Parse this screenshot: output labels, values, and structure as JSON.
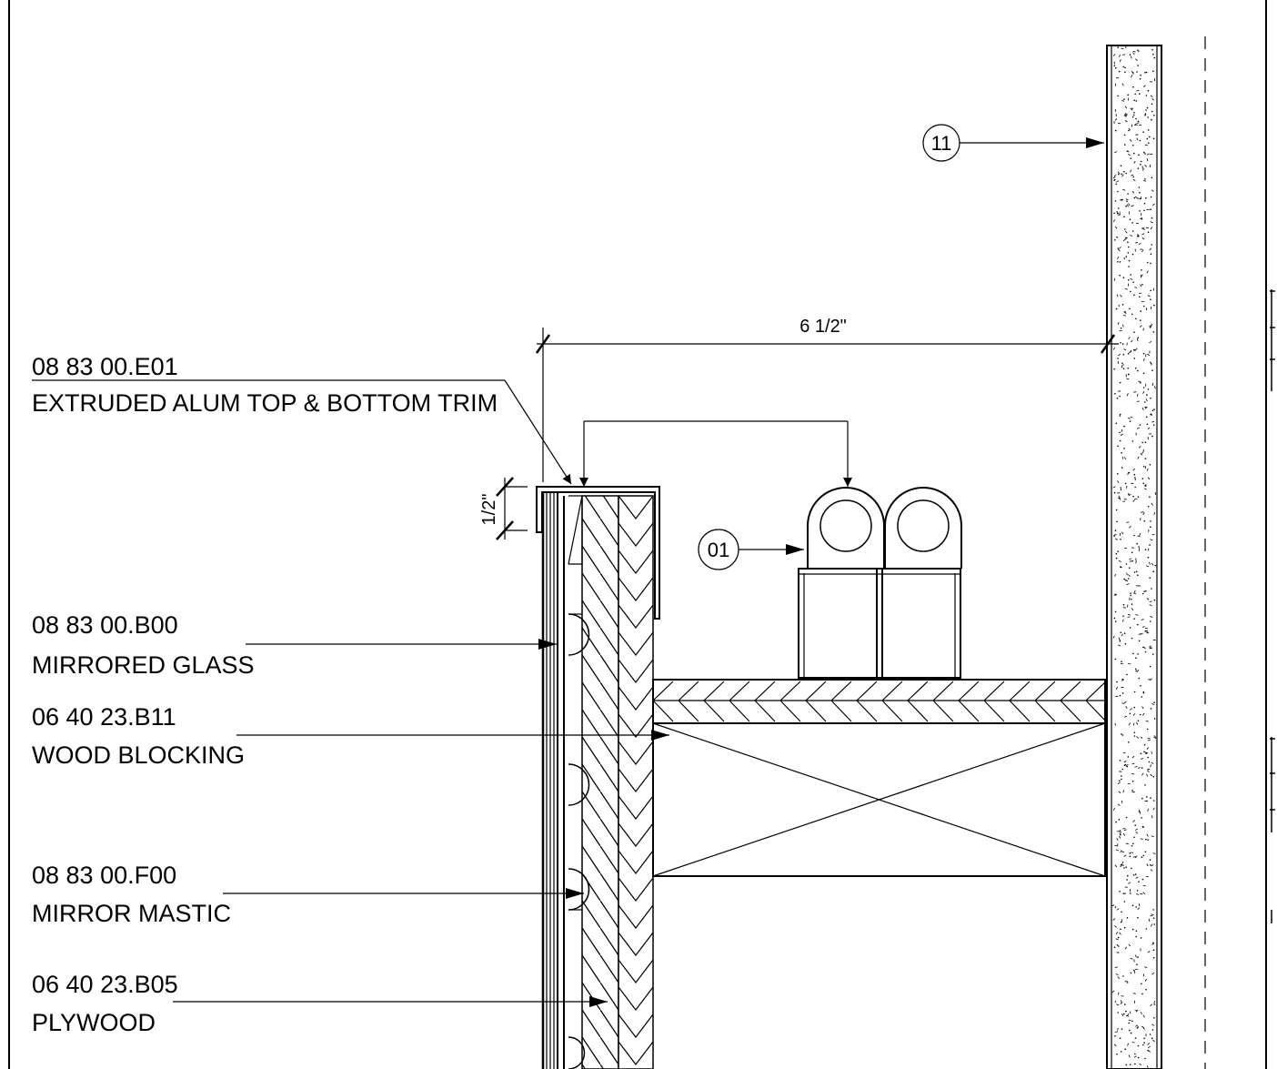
{
  "callouts": [
    {
      "code": "08 83 00.E01",
      "desc": "EXTRUDED ALUM TOP & BOTTOM TRIM"
    },
    {
      "code": "08 83 00.B00",
      "desc": "MIRRORED GLASS"
    },
    {
      "code": "06 40 23.B11",
      "desc": "WOOD BLOCKING"
    },
    {
      "code": "08 83 00.F00",
      "desc": "MIRROR MASTIC"
    },
    {
      "code": "06 40 23.B05",
      "desc": "PLYWOOD"
    }
  ],
  "dimensions": {
    "overall": "6 1/2\"",
    "trim": "1/2\""
  },
  "tags": {
    "wall": "11",
    "fixture": "01"
  }
}
